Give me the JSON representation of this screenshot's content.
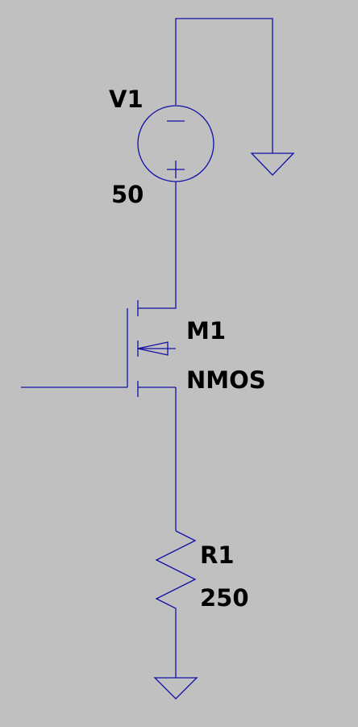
{
  "canvas": {
    "background": "#c0c0c0",
    "wire_color": "#1010a8",
    "label_color": "#000000"
  },
  "components": {
    "voltage_source": {
      "name": "V1",
      "value": "50",
      "minus_symbol": "−",
      "plus_symbol": "+"
    },
    "transistor": {
      "name": "M1",
      "model": "NMOS"
    },
    "resistor": {
      "name": "R1",
      "value": "250"
    }
  },
  "icons": {
    "ground": "ground-icon",
    "voltage_source": "voltage-source-icon",
    "nmos": "nmos-transistor-icon",
    "resistor": "resistor-icon"
  }
}
